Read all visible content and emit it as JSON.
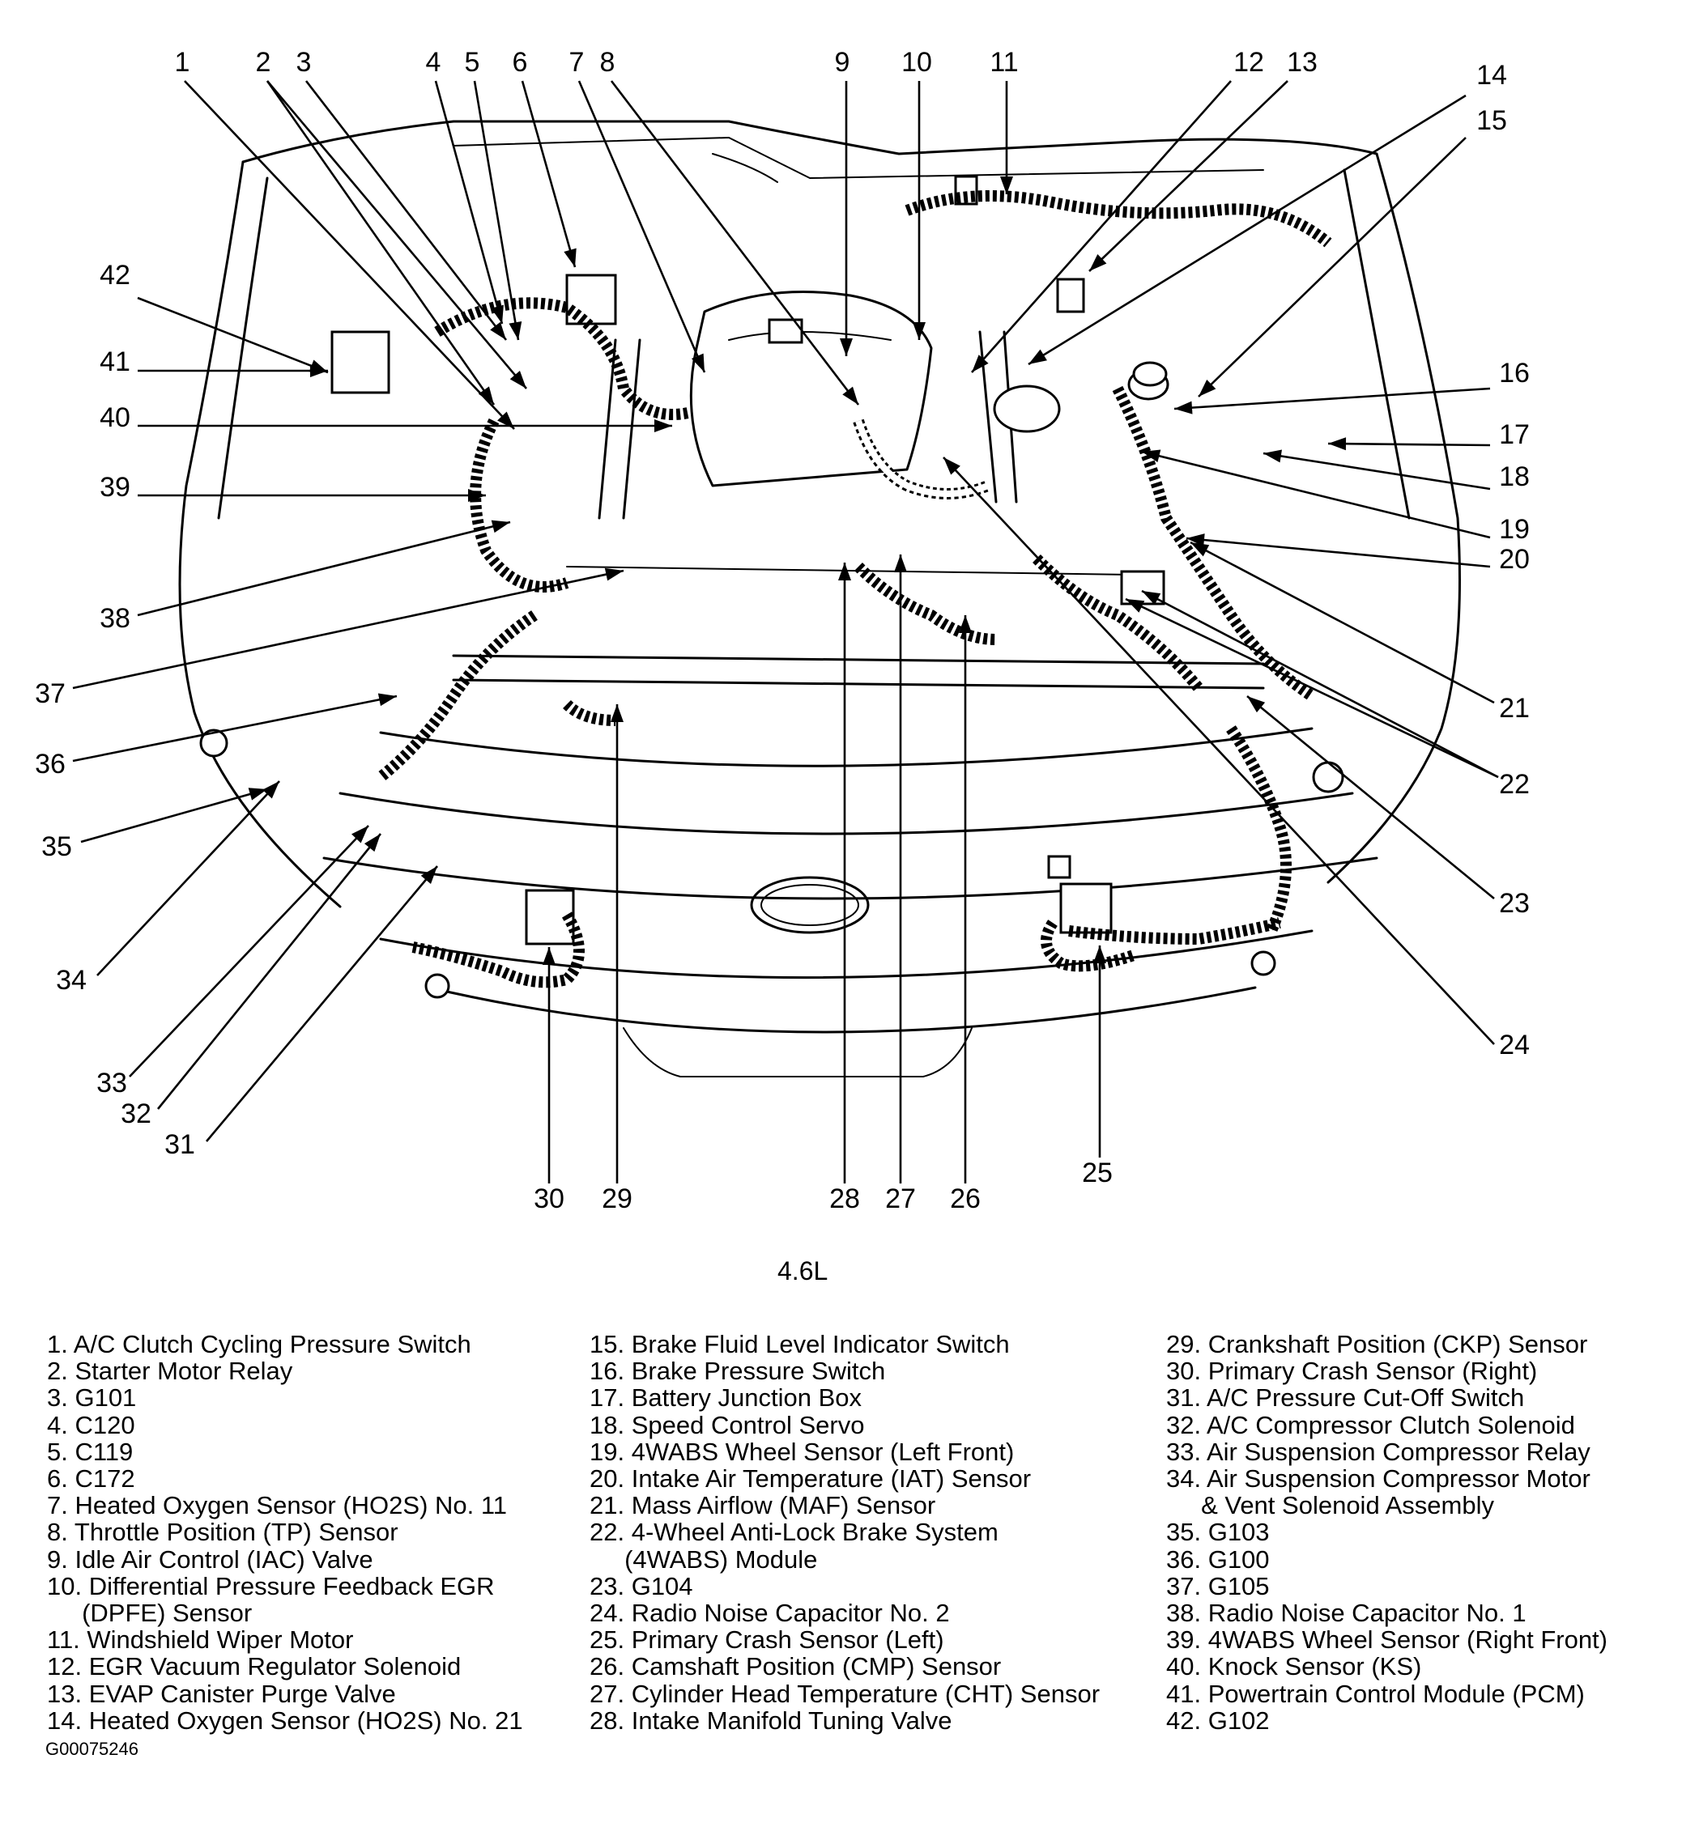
{
  "engine_label": "4.6L",
  "figure_code": "G00075246",
  "callouts": [
    "1",
    "2",
    "3",
    "4",
    "5",
    "6",
    "7",
    "8",
    "9",
    "10",
    "11",
    "12",
    "13",
    "14",
    "15",
    "16",
    "17",
    "18",
    "19",
    "20",
    "21",
    "22",
    "23",
    "24",
    "25",
    "26",
    "27",
    "28",
    "29",
    "30",
    "31",
    "32",
    "33",
    "34",
    "35",
    "36",
    "37",
    "38",
    "39",
    "40",
    "41",
    "42"
  ],
  "legend": [
    [
      "1. A/C Clutch Cycling Pressure Switch",
      "2. Starter Motor Relay",
      "3. G101",
      "4. C120",
      "5. C119",
      "6. C172",
      "7. Heated Oxygen Sensor (HO2S) No. 11",
      "8. Throttle Position (TP) Sensor",
      "9. Idle Air Control (IAC) Valve",
      "10. Differential Pressure Feedback EGR",
      "     (DPFE) Sensor",
      "11. Windshield Wiper Motor",
      "12. EGR Vacuum Regulator Solenoid",
      "13. EVAP Canister Purge Valve",
      "14. Heated Oxygen Sensor (HO2S) No. 21"
    ],
    [
      "15. Brake Fluid Level Indicator Switch",
      "16. Brake Pressure Switch",
      "17. Battery Junction Box",
      "18. Speed Control Servo",
      "19. 4WABS Wheel Sensor (Left Front)",
      "20. Intake Air Temperature (IAT) Sensor",
      "21. Mass Airflow (MAF) Sensor",
      "22. 4-Wheel Anti-Lock Brake System",
      "     (4WABS) Module",
      "23. G104",
      "24. Radio Noise Capacitor No. 2",
      "25. Primary Crash Sensor (Left)",
      "26. Camshaft Position (CMP) Sensor",
      "27. Cylinder Head Temperature (CHT) Sensor",
      "28. Intake Manifold Tuning Valve"
    ],
    [
      "29. Crankshaft Position (CKP) Sensor",
      "30. Primary Crash Sensor (Right)",
      "31. A/C Pressure Cut-Off Switch",
      "32. A/C Compressor Clutch Solenoid",
      "33. Air Suspension Compressor Relay",
      "34. Air Suspension Compressor Motor",
      "     & Vent Solenoid Assembly",
      "35. G103",
      "36. G100",
      "37. G105",
      "38. Radio Noise Capacitor No. 1",
      "39. 4WABS Wheel Sensor (Right Front)",
      "40. Knock Sensor (KS)",
      "41. Powertrain Control Module (PCM)",
      "42. G102"
    ]
  ]
}
